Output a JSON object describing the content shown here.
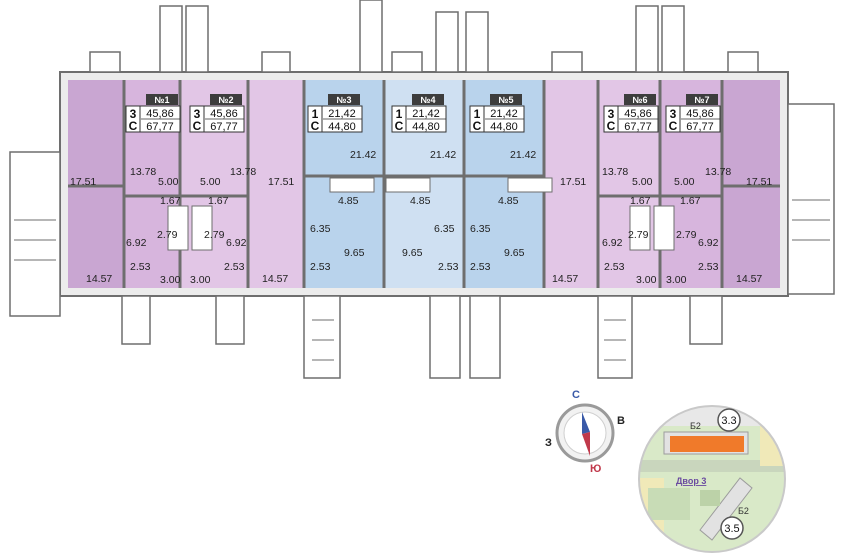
{
  "apartments": [
    {
      "number": "№1",
      "rooms": "3",
      "type": "С",
      "living_area": "45,86",
      "total_area": "67,77",
      "color": "#e2c6e6"
    },
    {
      "number": "№2",
      "rooms": "3",
      "type": "С",
      "living_area": "45,86",
      "total_area": "67,77",
      "color": "#e2c6e6"
    },
    {
      "number": "№3",
      "rooms": "1",
      "type": "С",
      "living_area": "21,42",
      "total_area": "44,80",
      "color": "#b9d3ec"
    },
    {
      "number": "№4",
      "rooms": "1",
      "type": "С",
      "living_area": "21,42",
      "total_area": "44,80",
      "color": "#cfe0f2"
    },
    {
      "number": "№5",
      "rooms": "1",
      "type": "С",
      "living_area": "21,42",
      "total_area": "44,80",
      "color": "#b9d3ec"
    },
    {
      "number": "№6",
      "rooms": "3",
      "type": "С",
      "living_area": "45,86",
      "total_area": "67,77",
      "color": "#e2c6e6"
    },
    {
      "number": "№7",
      "rooms": "3",
      "type": "С",
      "living_area": "45,86",
      "total_area": "67,77",
      "color": "#e2c6e6"
    }
  ],
  "room_labels": [
    "17.51",
    "14.57",
    "13.78",
    "5.00",
    "5.00",
    "13.78",
    "17.51",
    "14.57",
    "6.92",
    "2.53",
    "3.00",
    "3.00",
    "2.53",
    "6.92",
    "1.67",
    "1.67",
    "2.79",
    "2.79",
    "21.42",
    "4.85",
    "6.35",
    "9.65",
    "2.53",
    "21.42",
    "4.85",
    "6.35",
    "9.65",
    "2.53",
    "21.42",
    "4.85",
    "6.35",
    "9.65",
    "2.53",
    "17.51",
    "14.57",
    "13.78",
    "5.00",
    "5.00",
    "13.78",
    "17.51",
    "14.57",
    "6.92",
    "2.53",
    "3.00",
    "3.00",
    "2.53",
    "6.92",
    "1.67",
    "1.67",
    "2.79",
    "2.79"
  ],
  "compass": {
    "north": "С",
    "south": "Ю",
    "east": "В",
    "west": "З"
  },
  "location_map": {
    "top_building": "3.3",
    "bottom_building": "3.5",
    "yard_label": "Двор 3",
    "section_top": "Б2",
    "section_bottom": "Б2"
  },
  "colors": {
    "three_room": "#e2c6e6",
    "three_room_dark": "#c9a6d2",
    "one_room": "#b9d3ec",
    "one_room_light": "#cfe0f2",
    "wall": "#6e6e6e",
    "badge": "#3d3d3d"
  }
}
